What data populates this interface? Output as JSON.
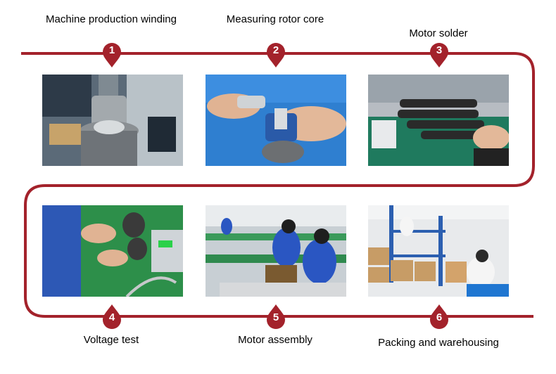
{
  "steps": [
    {
      "number": "1",
      "title": "Machine production winding"
    },
    {
      "number": "2",
      "title": "Measuring rotor core"
    },
    {
      "number": "3",
      "title": "Motor solder"
    },
    {
      "number": "4",
      "title": "Voltage test"
    },
    {
      "number": "5",
      "title": "Motor assembly"
    },
    {
      "number": "6",
      "title": "Packing and warehousing"
    }
  ],
  "colors": {
    "accent": "#a3222b",
    "text": "#000000"
  }
}
